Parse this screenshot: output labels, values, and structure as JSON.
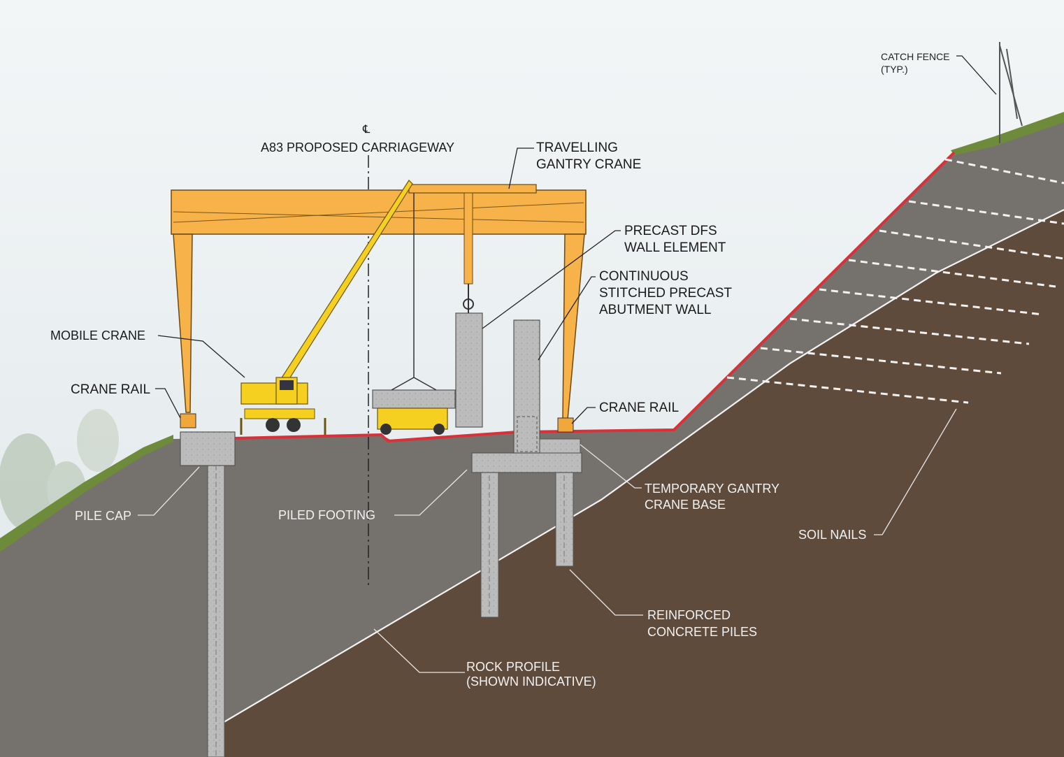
{
  "labels": {
    "centreline_symbol": "℄",
    "carriageway": "A83 PROPOSED CARRIAGEWAY",
    "gantry_line1": "TRAVELLING",
    "gantry_line2": "GANTRY CRANE",
    "precast_line1": "PRECAST DFS",
    "precast_line2": "WALL ELEMENT",
    "abutment_line1": "CONTINUOUS",
    "abutment_line2": "STITCHED PRECAST",
    "abutment_line3": "ABUTMENT WALL",
    "mobile_crane": "MOBILE CRANE",
    "crane_rail_left": "CRANE RAIL",
    "crane_rail_right": "CRANE RAIL",
    "pile_cap": "PILE CAP",
    "piled_footing": "PILED FOOTING",
    "temp_base_line1": "TEMPORARY GANTRY",
    "temp_base_line2": "CRANE BASE",
    "soil_nails": "SOIL NAILS",
    "piles_line1": "REINFORCED",
    "piles_line2": "CONCRETE PILES",
    "rock_line1": "ROCK PROFILE",
    "rock_line2": "(SHOWN INDICATIVE)",
    "catch_fence_line1": "CATCH FENCE",
    "catch_fence_line2": "(TYP.)"
  },
  "colors": {
    "sky": "#e9eff1",
    "ground_grey": "#726f6b",
    "rock_brown": "#5e4a3b",
    "gantry_orange": "#f7b24a",
    "mobile_crane_yellow": "#f5d020",
    "concrete": "#b9b9b9",
    "formation_red": "#d8313a",
    "grass": "#6f8a3a"
  }
}
